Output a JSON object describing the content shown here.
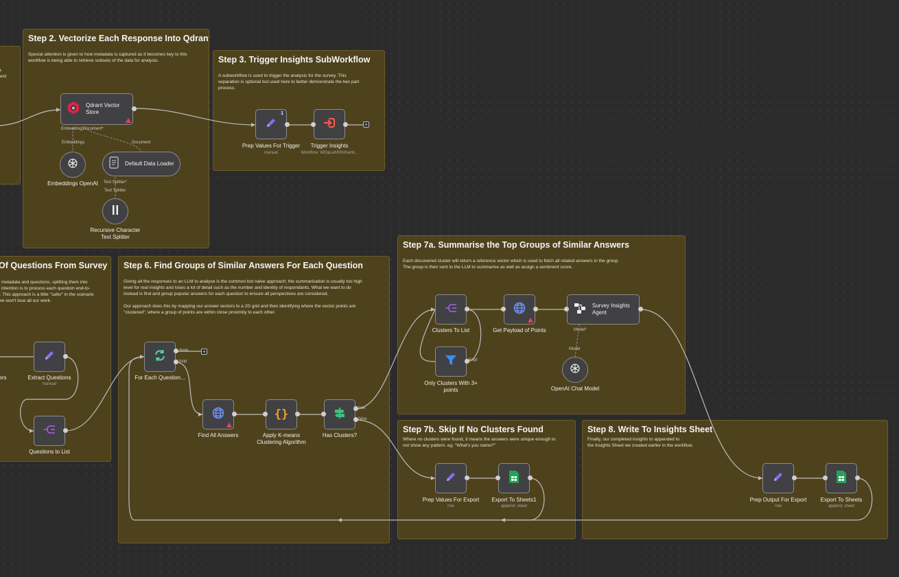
{
  "stickies": {
    "step_left_top": {
      "title": "",
      "body": "a\nand"
    },
    "step2": {
      "title": "Step 2. Vectorize Each Response Into Qdrant",
      "body": "Special attention is given to how metadata is captured as it becomes key to this\nworkflow is being able to retrieve subsets of the data for analysis."
    },
    "step3": {
      "title": "Step 3. Trigger Insights SubWorkflow",
      "body": "A subworkflow is used to trigger the analysis for the survey. This\nseparation is optional but used here to better demonstrate the two part\nprocess."
    },
    "step5": {
      "title": "Of Questions From Survey",
      "body": "r metadata and questions, splitting them into\nr intention is to process each question end-to-\nt. This approach is a little \"safer\" in the scenario\n we won't lose all our work."
    },
    "step6": {
      "title": "Step 6. Find Groups of Similar Answers For Each Question",
      "body": "Giving all the responses to an LLM to analyse is the common but naive approach; the summarisation is usually too high\nlevel for real insights and loses a lot of detail such as the number and identity of respondants. What we want to do\ninstead is find and group popular answers for each question to ensure all perspectives are considered.\n\nOur approach does this by mapping our answer vectors to a 2D grid and then identifying where the vector points are\n\"clustered\"; where a group of points are within close proximity to each other."
    },
    "step7a": {
      "title": "Step 7a. Summarise the Top Groups of Similar Answers",
      "body": "Each discovered cluster will return a reference vector which is used to fetch all related answers in the group.\nThe group is then sent to the LLM to summarise as well as assign a sentiment score."
    },
    "step7b": {
      "title": "Step 7b. Skip If No Clusters Found",
      "body": "Where no clusters were found, it means the answers were unique enough to\nnot show any pattern. eg. \"What's you name?\""
    },
    "step8": {
      "title": "Step 8. Write To Insights Sheet",
      "body": "Finally, our completed insights to appended to\nthe Insights Sheet we created earlier in the workflow."
    }
  },
  "nodes": {
    "qdrant": {
      "label": "Qdrant Vector\nStore",
      "icon": "qdrant-icon"
    },
    "embeddings": {
      "label": "Embeddings OpenAI",
      "icon": "openai-icon"
    },
    "data_loader": {
      "label": "Default Data Loader",
      "icon": "document-icon"
    },
    "splitter": {
      "label": "Recursive Character\nText Splitter",
      "icon": "split-icon"
    },
    "prep_trigger": {
      "label": "Prep Values For Trigger",
      "sub": "manual",
      "badge": "1",
      "icon": "pencil-icon"
    },
    "trigger_insights": {
      "label": "Trigger Insights",
      "sub": "Workflow: WOaLeKKRofserlk...",
      "icon": "execute-workflow-icon"
    },
    "extract_questions": {
      "label": "Extract Questions",
      "sub": "manual",
      "icon": "pencil-icon"
    },
    "questions_to_list": {
      "label": "Questions to List",
      "icon": "split-out-icon"
    },
    "left_cut": {
      "label": "ers"
    },
    "for_each": {
      "label": "For Each Question...",
      "icon": "loop-icon"
    },
    "find_answers": {
      "label": "Find All Answers",
      "icon": "globe-icon"
    },
    "kmeans": {
      "label": "Apply K-means\nClustering Algorithm",
      "icon": "code-icon"
    },
    "has_clusters": {
      "label": "Has Clusters?",
      "icon": "if-icon"
    },
    "clusters_to_list": {
      "label": "Clusters To List",
      "icon": "split-out-icon"
    },
    "only_clusters": {
      "label": "Only Clusters With 3+\npoints",
      "icon": "filter-icon"
    },
    "payload": {
      "label": "Get Payload of Points",
      "icon": "globe-icon"
    },
    "agent": {
      "label": "Survey Insights\nAgent",
      "icon": "agent-icon"
    },
    "chat_model": {
      "label": "OpenAI Chat Model",
      "icon": "openai-icon"
    },
    "prep_export": {
      "label": "Prep Values For Export",
      "sub": "row",
      "icon": "pencil-icon"
    },
    "export1": {
      "label": "Export To Sheets1",
      "sub": "append: sheet",
      "icon": "sheets-icon"
    },
    "prep_output": {
      "label": "Prep Output For Export",
      "sub": "row",
      "icon": "pencil-icon"
    },
    "export": {
      "label": "Export To Sheets",
      "sub": "append: sheet",
      "icon": "sheets-icon"
    }
  },
  "connection_labels": {
    "embedding_doc": "Embedding|Document*",
    "embeddings": "Embeddings",
    "document": "Document",
    "text_splitter_star": "Text Splitter*",
    "text_splitter": "Text Splitter",
    "done": "done",
    "loop": "loop",
    "true": "true",
    "false": "false",
    "kept": "Kept",
    "model_star": "Model*",
    "model": "Model"
  },
  "colors": {
    "sticky": "#4e421d",
    "node": "#414144",
    "pencil": "#7c74ee",
    "loop": "#4fd6a8",
    "globe": "#6f8ff0",
    "code": "#f0a030",
    "if": "#3fbf7a",
    "split_out": "#9c5cd8",
    "filter": "#3d8cf0",
    "sheets": "#22a455",
    "trigger": "#ff5a4f",
    "warning": "#e0445a"
  }
}
